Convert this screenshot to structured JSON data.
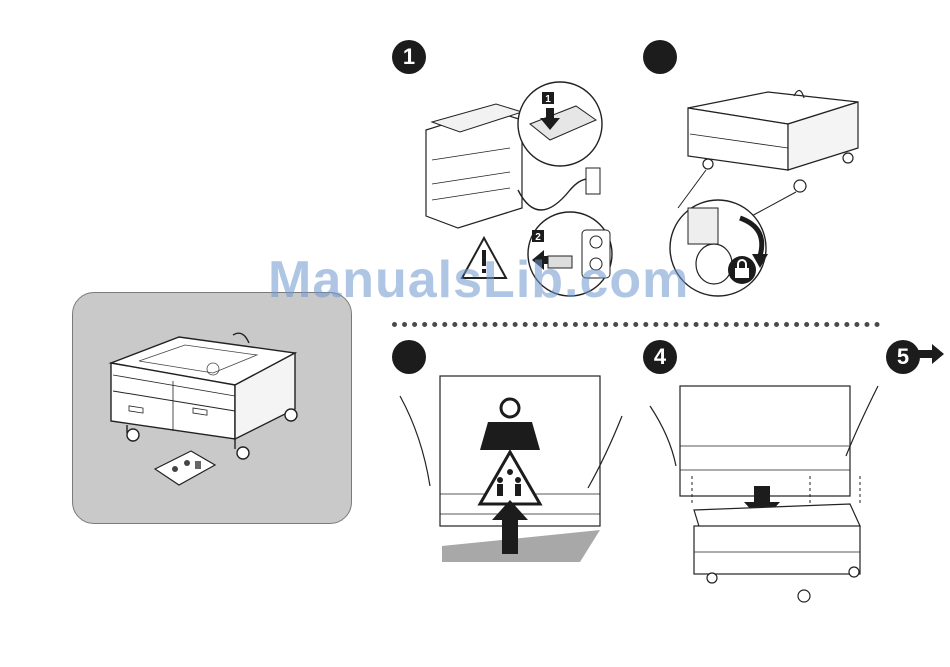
{
  "steps": {
    "step1": "1",
    "step2": "",
    "step3": "",
    "step4": "4",
    "step5": "5"
  },
  "watermark": "ManualsLib.com",
  "callouts": {
    "switch_marker": "1",
    "plug_marker": "2"
  },
  "icons": {
    "warning": "warning-triangle-icon",
    "lock": "padlock-icon",
    "weight": "heavy-weight-icon",
    "two_person": "two-person-lift-icon",
    "next": "right-arrow-icon"
  },
  "colors": {
    "badge": "#1c1c1c",
    "panel": "#c9c9c9",
    "floor": "#a8a8a8",
    "watermark": "#6e96cd"
  }
}
